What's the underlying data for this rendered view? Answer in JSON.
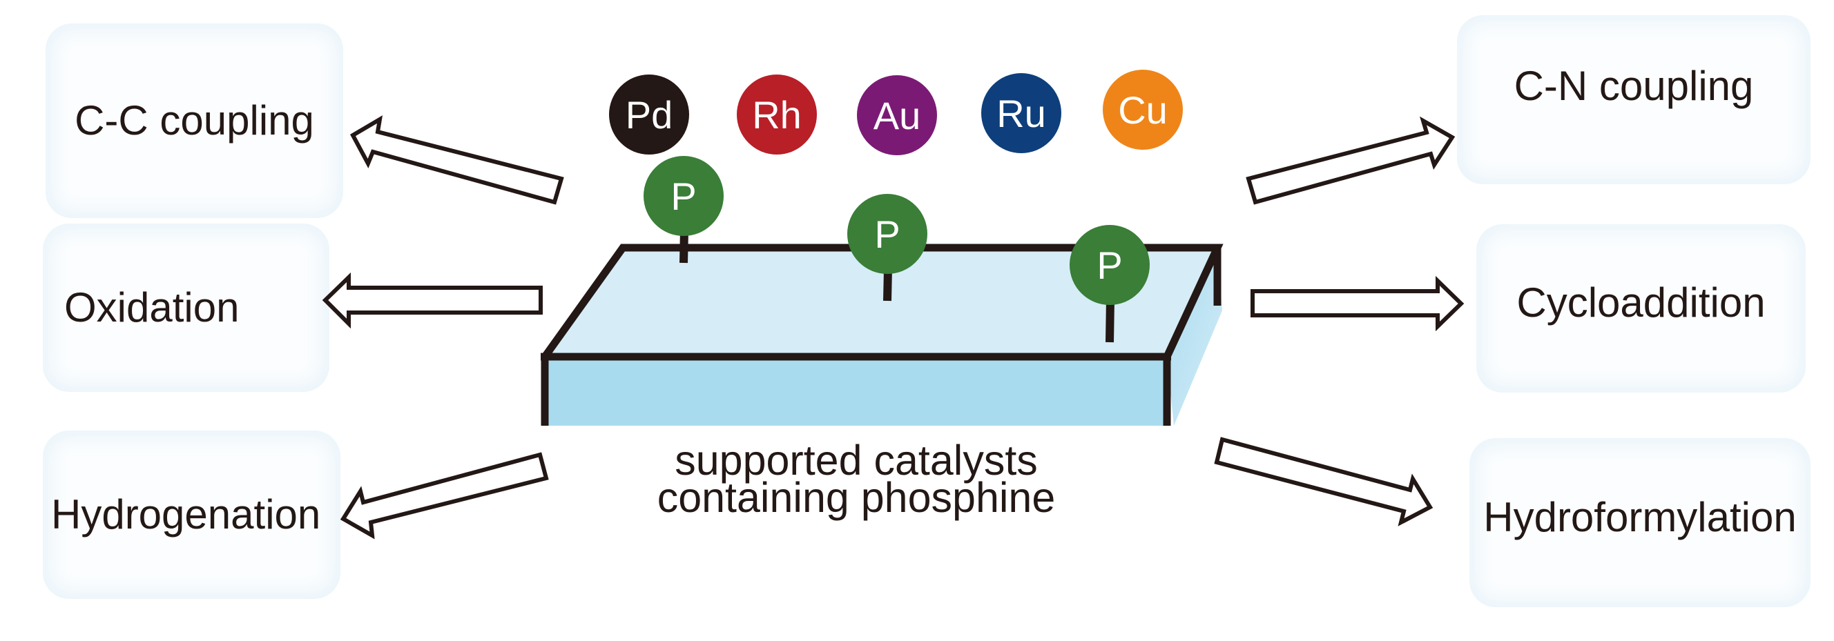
{
  "diagram": {
    "caption_lines": [
      "supported catalysts",
      "containing phosphine"
    ],
    "metals": [
      {
        "symbol": "Pd",
        "color": "#231815"
      },
      {
        "symbol": "Rh",
        "color": "#b81f27"
      },
      {
        "symbol": "Au",
        "color": "#7b1a75"
      },
      {
        "symbol": "Ru",
        "color": "#0e3f7c"
      },
      {
        "symbol": "Cu",
        "color": "#ef8519"
      }
    ],
    "ligand": {
      "symbol": "P",
      "color": "#3a7e38",
      "count": 3
    },
    "support": {
      "top_color": "#d6ecf7",
      "front_color": "#a9dbef",
      "outline_color": "#231815"
    },
    "reactions_left": [
      {
        "label": "C-C coupling"
      },
      {
        "label": "Oxidation"
      },
      {
        "label": "Hydrogenation"
      }
    ],
    "reactions_right": [
      {
        "label": "C-N coupling"
      },
      {
        "label": "Cycloaddition"
      },
      {
        "label": "Hydroformylation"
      }
    ]
  }
}
